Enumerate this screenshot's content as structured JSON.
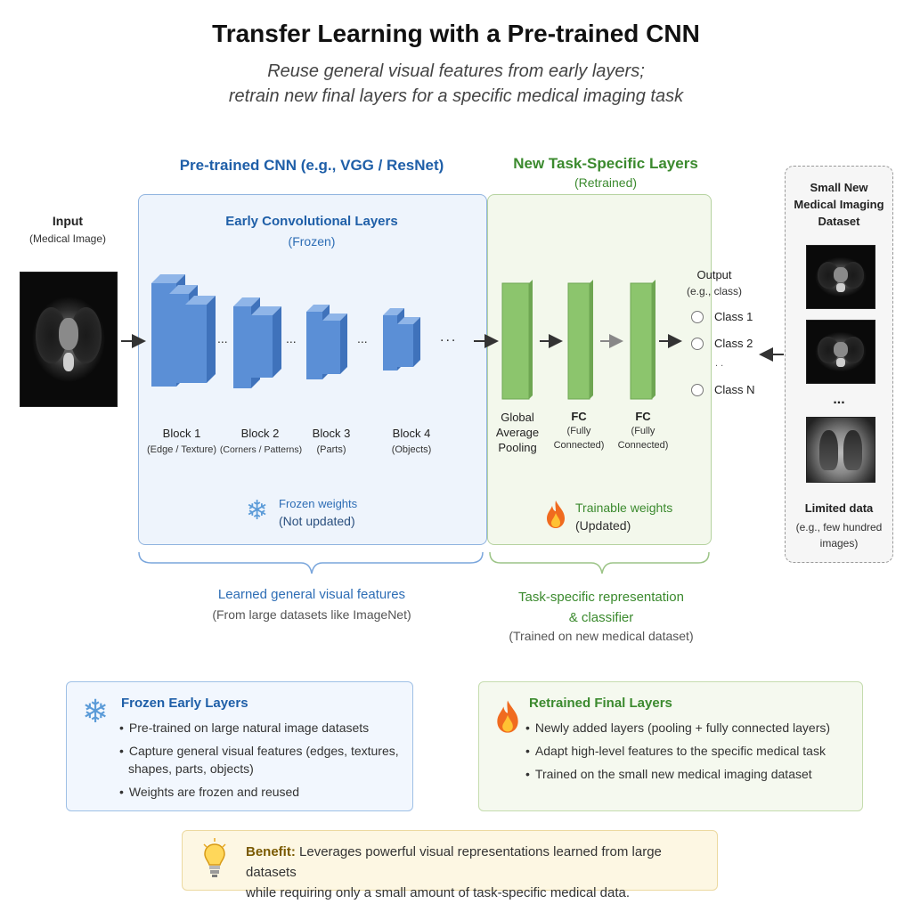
{
  "title": "Transfer Learning with a Pre-trained CNN",
  "subtitle_line1": "Reuse general visual features from early layers;",
  "subtitle_line2": "retrain new final layers for a specific medical imaging task",
  "input": {
    "title": "Input",
    "subtitle": "(Medical Image)"
  },
  "pretrained": {
    "header": "Pre-trained CNN (e.g., VGG / ResNet)",
    "panel_title": "Early Convolutional Layers",
    "panel_subtitle": "(Frozen)",
    "blocks": [
      {
        "name": "Block 1",
        "desc": "(Edge / Texture)"
      },
      {
        "name": "Block 2",
        "desc": "(Corners / Patterns)"
      },
      {
        "name": "Block 3",
        "desc": "(Parts)"
      },
      {
        "name": "Block 4",
        "desc": "(Objects)"
      }
    ],
    "ellipsis": "...",
    "frozen_label": "Frozen weights",
    "frozen_sub": "(Not updated)"
  },
  "taskspecific": {
    "header": "New Task-Specific Layers",
    "header_sub": "(Retrained)",
    "layers": [
      {
        "line1": "Global",
        "line2": "Average",
        "line3": "Pooling"
      },
      {
        "line1": "FC",
        "line2": "(Fully",
        "line3": "Connected)"
      },
      {
        "line1": "FC",
        "line2": "(Fully",
        "line3": "Connected)"
      }
    ],
    "trainable_label": "Trainable weights",
    "trainable_sub": "(Updated)"
  },
  "output": {
    "title": "Output",
    "subtitle": "(e.g., class)",
    "classes": [
      "Class 1",
      "Class 2",
      "Class N"
    ],
    "dots": ". ."
  },
  "dataset": {
    "title_line1": "Small New",
    "title_line2": "Medical Imaging",
    "title_line3": "Dataset",
    "dots": "...",
    "footer_title": "Limited data",
    "footer_line1": "(e.g., few hundred",
    "footer_line2": "images)"
  },
  "below": {
    "left_title": "Learned general visual features",
    "left_sub": "(From large datasets like ImageNet)",
    "right_title1": "Task-specific representation",
    "right_title2": "& classifier",
    "right_sub": "(Trained on new medical dataset)"
  },
  "frozen_box": {
    "title": "Frozen Early Layers",
    "bullets": [
      "Pre-trained on large natural image datasets",
      "Capture general visual features (edges, textures,",
      "Weights are frozen and reused"
    ],
    "bullet_cont": "shapes, parts, objects)"
  },
  "retrained_box": {
    "title": "Retrained Final Layers",
    "bullets": [
      "Newly added layers (pooling + fully connected layers)",
      "Adapt high-level features to the specific medical task",
      "Trained on the small new medical imaging dataset"
    ]
  },
  "benefit": {
    "label": "Benefit:",
    "text1": " Leverages powerful visual representations learned from large datasets",
    "text2": "while requiring only a small amount of task-specific medical data."
  },
  "colors": {
    "blue_block": "#5b8fd6",
    "green_block": "#8cc56d",
    "blue_accent": "#1f5fa8",
    "green_accent": "#3b8a2e"
  }
}
